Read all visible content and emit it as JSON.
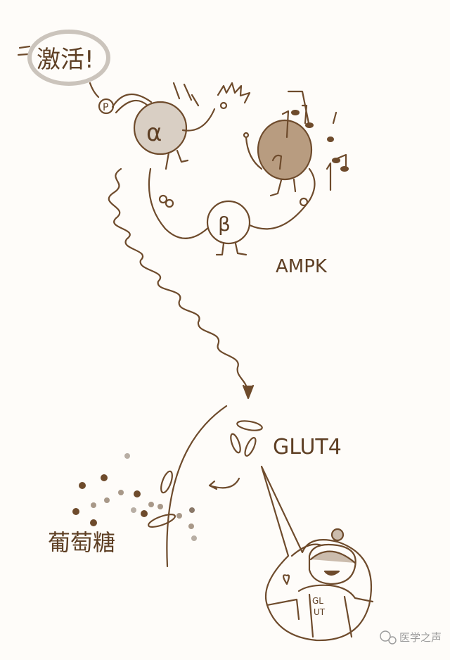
{
  "labels": {
    "activate": "激活!",
    "phospho": "P",
    "alpha": "α",
    "beta": "β",
    "ampk": "AMPK",
    "glut4": "GLUT4",
    "glucose": "葡萄糖",
    "shirt_line1": "GL",
    "shirt_line2": "UT"
  },
  "watermark": {
    "text": "医学之声"
  },
  "colors": {
    "ink": "#6e4b2c",
    "bubble_ring": "#cbc4bc",
    "alpha_fill": "#d9cfc4",
    "gamma_fill": "#b89c80",
    "background": "#fefcf9"
  }
}
